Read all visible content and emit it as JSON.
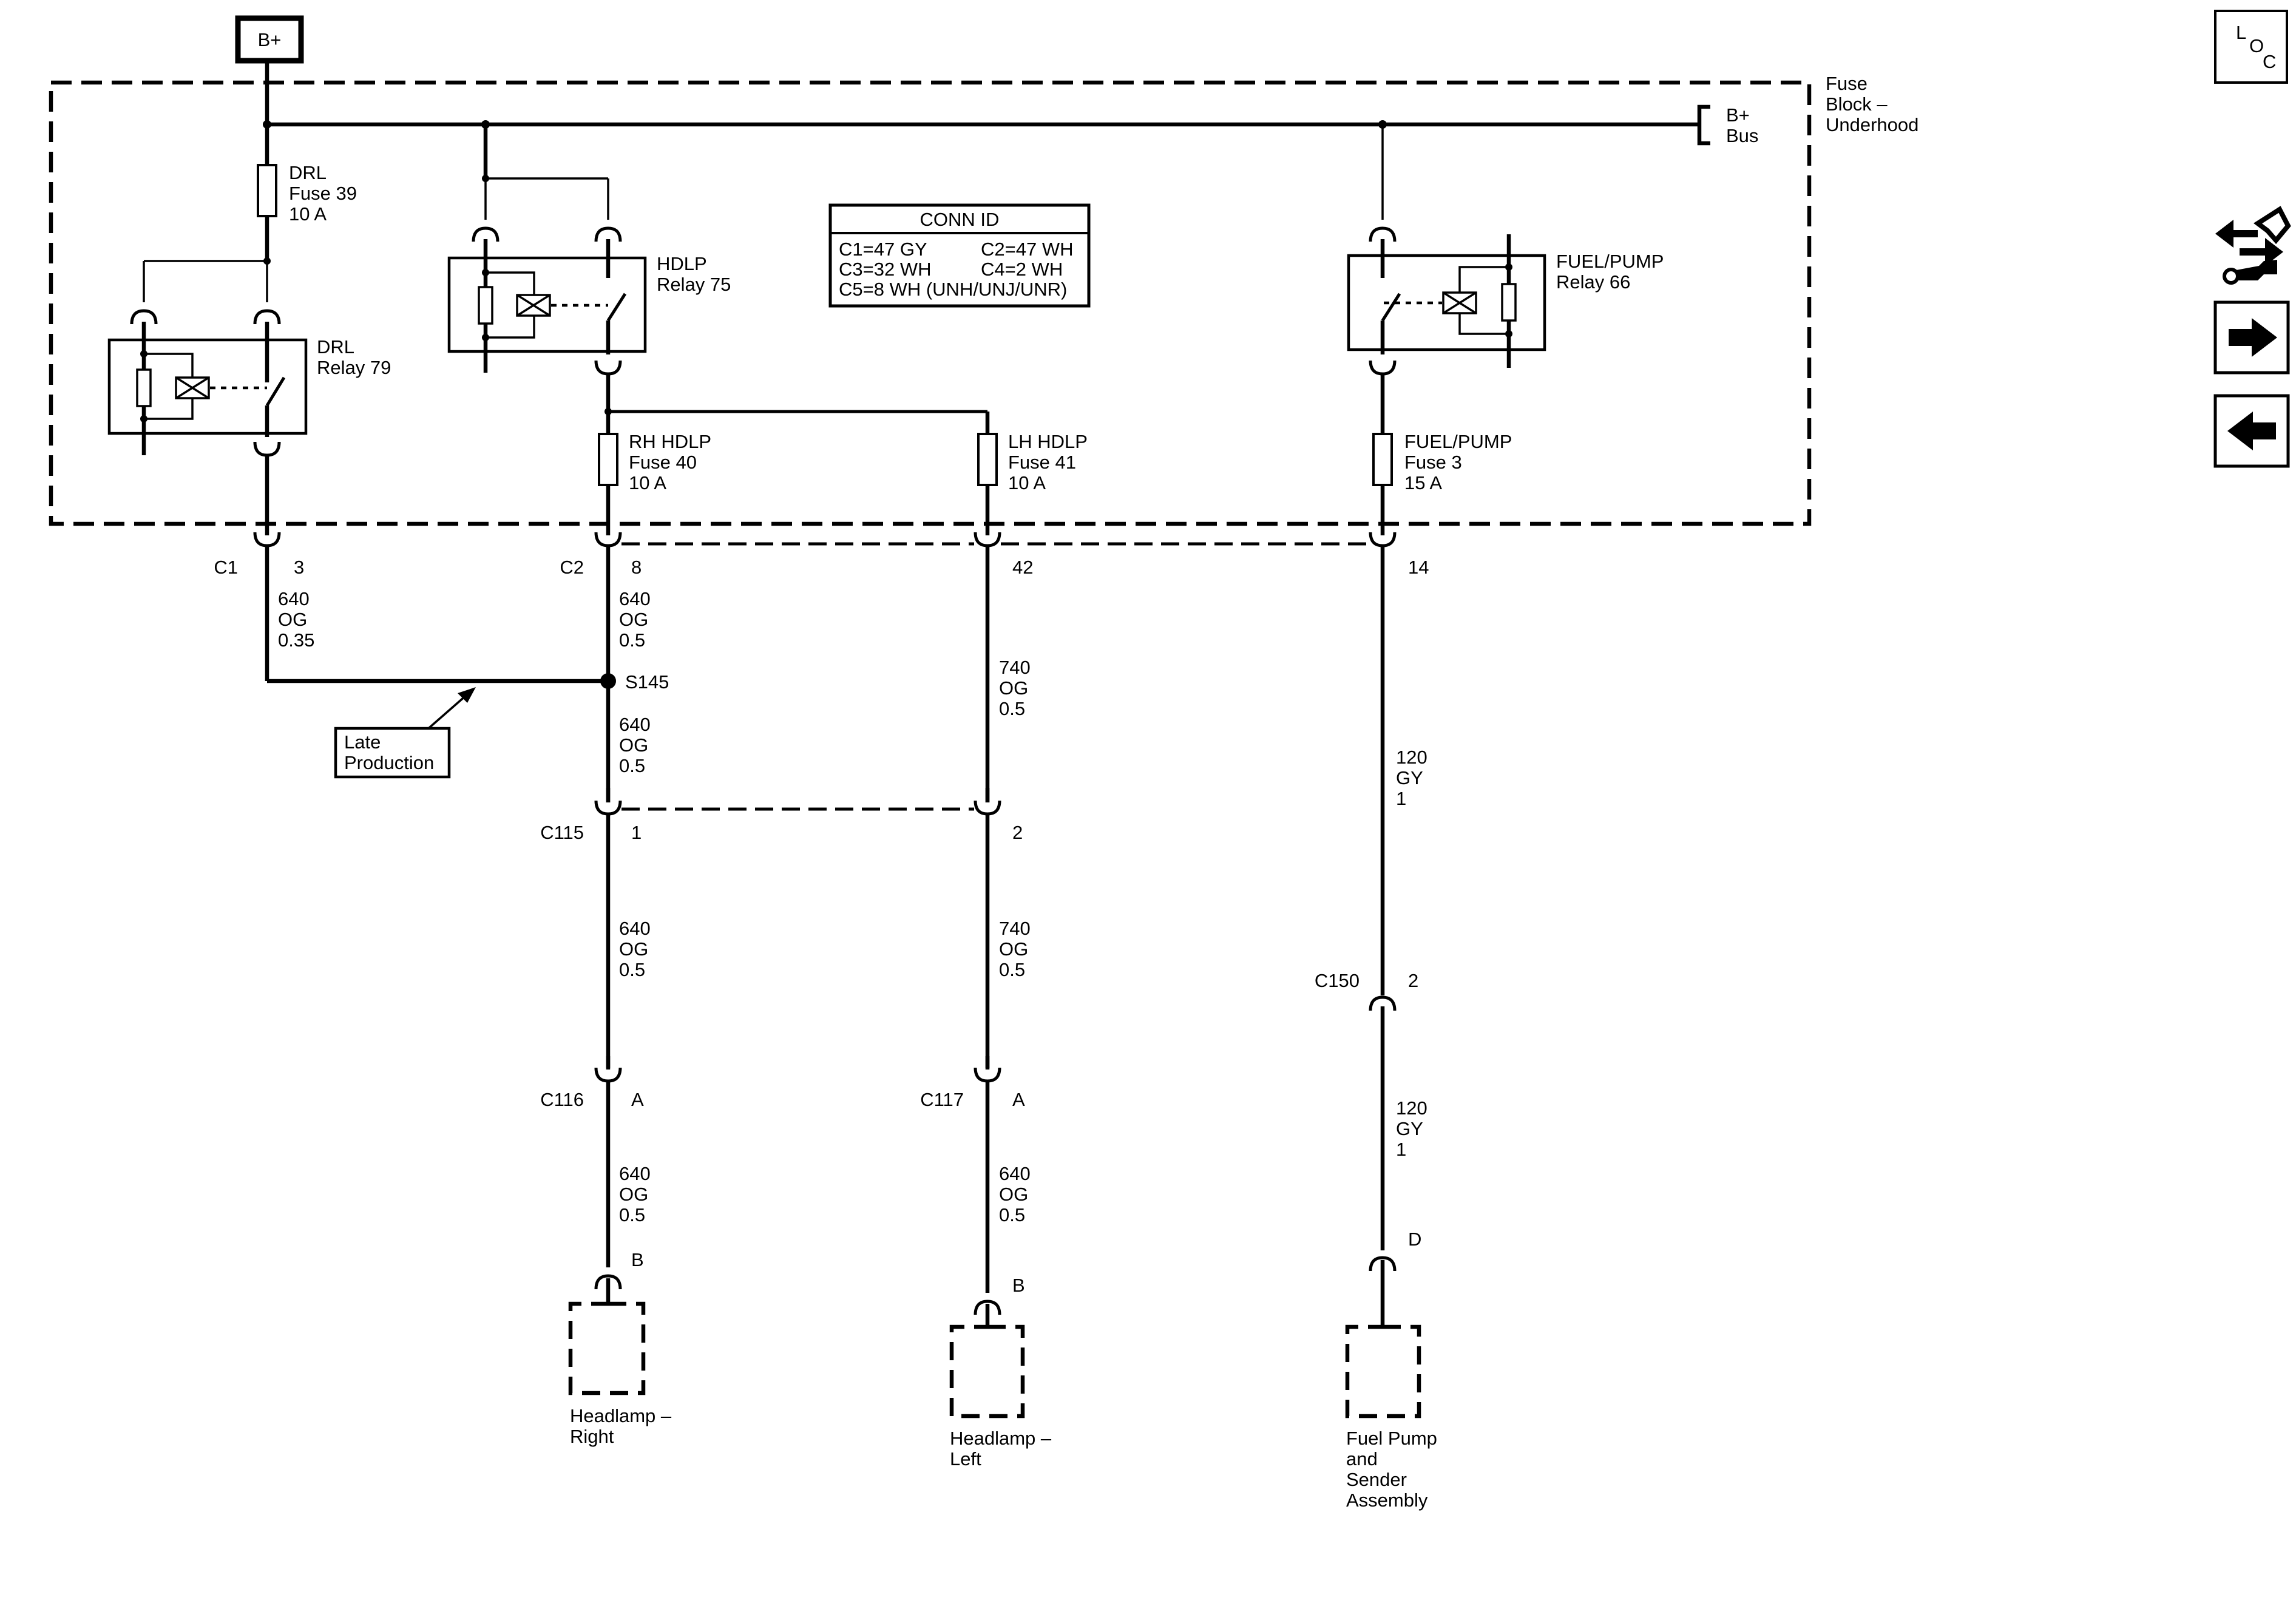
{
  "power": {
    "b_plus": "B+",
    "bus_line1": "B+",
    "bus_line2": "Bus"
  },
  "fuse_block": {
    "line1": "Fuse",
    "line2": "Block –",
    "line3": "Underhood"
  },
  "drl_fuse": {
    "line1": "DRL",
    "line2": "Fuse 39",
    "line3": "10 A"
  },
  "drl_relay": {
    "line1": "DRL",
    "line2": "Relay 79"
  },
  "hdlp_relay": {
    "line1": "HDLP",
    "line2": "Relay 75"
  },
  "fuel_relay": {
    "line1": "FUEL/PUMP",
    "line2": "Relay 66"
  },
  "rh_fuse": {
    "line1": "RH HDLP",
    "line2": "Fuse 40",
    "line3": "10 A"
  },
  "lh_fuse": {
    "line1": "LH HDLP",
    "line2": "Fuse 41",
    "line3": "10 A"
  },
  "fuel_fuse": {
    "line1": "FUEL/PUMP",
    "line2": "Fuse 3",
    "line3": "15 A"
  },
  "conn_id": {
    "title": "CONN ID",
    "c1": "C1=47 GY",
    "c2": "C2=47 WH",
    "c3": "C3=32 WH",
    "c4": "C4=2 WH",
    "c5": "C5=8 WH (UNH/UNJ/UNR)"
  },
  "connectors": {
    "c1": "C1",
    "c1_pin": "3",
    "c2": "C2",
    "c2_pin": "8",
    "c2_lh_pin": "42",
    "c2_fuel_pin": "14",
    "c115": "C115",
    "c115_pin_rh": "1",
    "c115_pin_lh": "2",
    "c116": "C116",
    "c116_pin": "A",
    "c117": "C117",
    "c117_pin": "A",
    "c150": "C150",
    "c150_pin": "2",
    "rh_lamp_pin": "B",
    "lh_lamp_pin": "B",
    "pump_pin": "D"
  },
  "wires": {
    "drl_out": {
      "circuit": "640",
      "color": "OG",
      "size": "0.35"
    },
    "rh_c2_s145": {
      "circuit": "640",
      "color": "OG",
      "size": "0.5"
    },
    "rh_s145_c115": {
      "circuit": "640",
      "color": "OG",
      "size": "0.5"
    },
    "rh_c115_c116": {
      "circuit": "640",
      "color": "OG",
      "size": "0.5"
    },
    "rh_c116_lamp": {
      "circuit": "640",
      "color": "OG",
      "size": "0.5"
    },
    "lh_c2_c115": {
      "circuit": "740",
      "color": "OG",
      "size": "0.5"
    },
    "lh_c115_c117": {
      "circuit": "740",
      "color": "OG",
      "size": "0.5"
    },
    "lh_c117_lamp": {
      "circuit": "640",
      "color": "OG",
      "size": "0.5"
    },
    "fuel_c2_c150": {
      "circuit": "120",
      "color": "GY",
      "size": "1"
    },
    "fuel_c150_pump": {
      "circuit": "120",
      "color": "GY",
      "size": "1"
    }
  },
  "splice": {
    "label": "S145"
  },
  "late_production": {
    "line1": "Late",
    "line2": "Production"
  },
  "components": {
    "headlamp_right": {
      "line1": "Headlamp –",
      "line2": "Right"
    },
    "headlamp_left": {
      "line1": "Headlamp –",
      "line2": "Left"
    },
    "fuel_pump": {
      "line1": "Fuel Pump",
      "line2": "and",
      "line3": "Sender",
      "line4": "Assembly"
    }
  },
  "nav": {
    "loc_l": "L",
    "loc_o": "O",
    "loc_c": "C",
    "connector_end_view_icon": "connector-wrench-icon",
    "next_icon": "arrow-right-icon",
    "prev_icon": "arrow-left-icon"
  }
}
